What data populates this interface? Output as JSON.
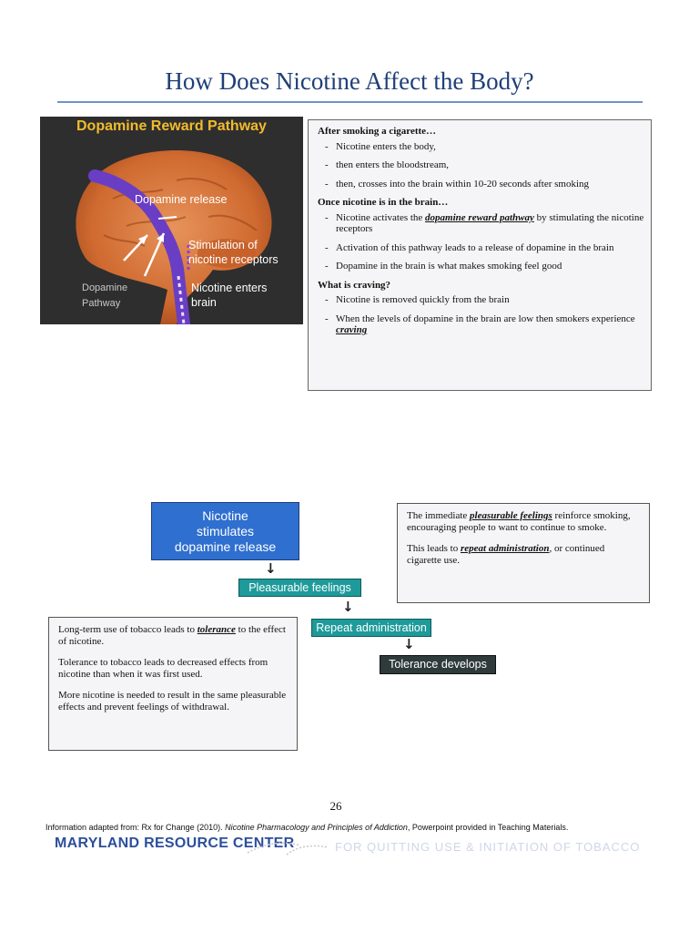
{
  "title": "How Does Nicotine Affect the Body?",
  "brain_figure": {
    "heading": "Dopamine Reward Pathway",
    "labels": {
      "dopamine_release": "Dopamine release",
      "stimulation_1": "Stimulation of",
      "stimulation_2": "nicotine receptors",
      "enters_1": "Nicotine enters",
      "enters_2": "brain",
      "pathway_1": "Dopamine",
      "pathway_2": "Pathway"
    },
    "colors": {
      "background": "#2e2e2e",
      "brain": "#d5753a",
      "pathway": "#6a3ec4",
      "heading": "#f2bb2c"
    }
  },
  "info": {
    "sections": [
      {
        "heading": "After smoking a cigarette…",
        "items": [
          "Nicotine enters the body,",
          "then enters the bloodstream,",
          "then, crosses into the brain within 10-20 seconds after smoking"
        ]
      },
      {
        "heading": "Once nicotine is in the brain…",
        "items": [
          {
            "pre": "Nicotine activates the ",
            "em": "dopamine reward pathway",
            "post": " by stimulating the nicotine receptors"
          },
          "Activation of this pathway leads to a release of dopamine in the brain",
          "Dopamine in the brain is what makes smoking feel good"
        ]
      },
      {
        "heading": "What is craving?",
        "items": [
          "Nicotine is removed quickly from the brain",
          {
            "pre": "When the levels of dopamine in the brain are low then smokers experience ",
            "em": "craving",
            "post": ""
          }
        ]
      }
    ]
  },
  "flow": {
    "nicotine_1": "Nicotine",
    "nicotine_2": "stimulates",
    "nicotine_3": "dopamine release",
    "pleasurable": "Pleasurable feelings",
    "repeat": "Repeat administration",
    "tolerance": "Tolerance develops",
    "arrow": "↓",
    "colors": {
      "blue": "#2f6fcf",
      "teal": "#1e9a9a",
      "dark": "#2f3a3a"
    }
  },
  "right_note": {
    "p1_pre": "The immediate ",
    "p1_em": "pleasurable feelings",
    "p1_post": " reinforce smoking, encouraging people to want to continue to smoke.",
    "p2_pre": "This leads to ",
    "p2_em": "repeat administration",
    "p2_post": ", or continued cigarette use."
  },
  "left_note": {
    "p1_pre": "Long-term use of tobacco leads to ",
    "p1_em": "tolerance",
    "p1_post": " to the effect of nicotine.",
    "p2": "Tolerance to tobacco leads to decreased effects from nicotine than when it was first used.",
    "p3": "More nicotine is needed to result in the same pleasurable effects and prevent feelings of withdrawal."
  },
  "footer": {
    "page_number": "26",
    "source_pre": "Information adapted from: Rx for Change (2010). ",
    "source_em": "Nicotine Pharmacology and Principles of Addiction",
    "source_post": ", Powerpoint provided in Teaching Materials.",
    "org": "MARYLAND RESOURCE CENTER",
    "tagline": "FOR QUITTING USE & INITIATION OF TOBACCO"
  }
}
